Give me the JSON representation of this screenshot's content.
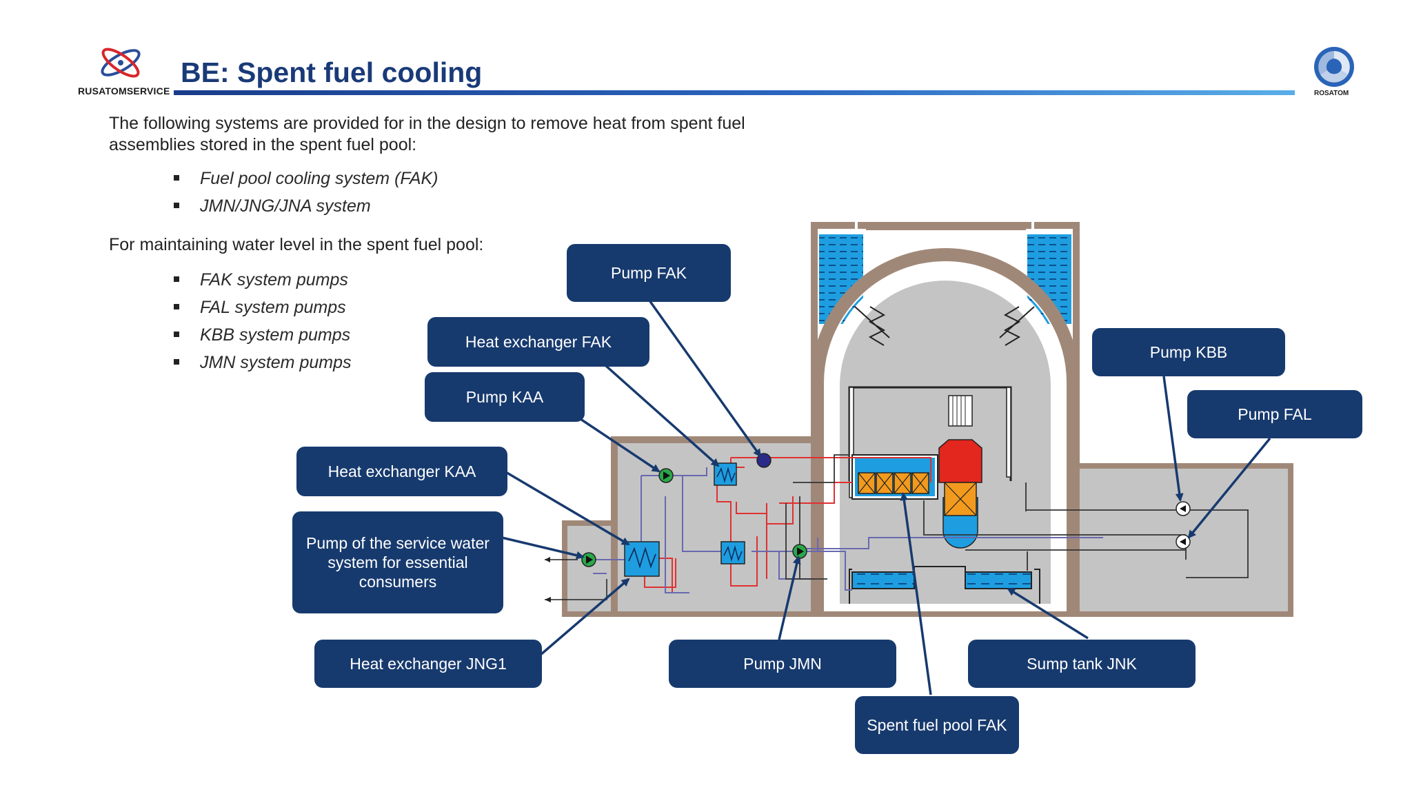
{
  "header": {
    "title": "BE: Spent fuel cooling",
    "left_logo_text": "RUSATOMSERVICE",
    "right_logo_text": "ROSATOM",
    "left_logo_icon": "atom-orbit-icon",
    "right_logo_icon": "rosatom-icon"
  },
  "intro": {
    "line1": "The following systems are provided for in the design to remove heat from spent fuel",
    "line2": "assemblies stored in the spent fuel pool:",
    "bullets": [
      "Fuel pool cooling system (FAK)",
      "JMN/JNG/JNA system"
    ]
  },
  "level": {
    "heading": "For maintaining water level in the spent fuel pool:",
    "bullets": [
      "FAK system pumps",
      "FAL system pumps",
      "KBB system pumps",
      "JMN system pumps"
    ]
  },
  "callouts": {
    "pump_fak": "Pump FAK",
    "hx_fak": "Heat exchanger FAK",
    "pump_kaa": "Pump KAA",
    "hx_kaa": "Heat exchanger KAA",
    "service_pump_l1": "Pump of the service water",
    "service_pump_l2": "system for essential",
    "service_pump_l3": "consumers",
    "hx_jng1": "Heat exchanger JNG1",
    "pump_jmn": "Pump JMN",
    "sump_jnk": "Sump tank JNK",
    "spent_pool": "Spent fuel pool FAK",
    "pump_kbb": "Pump KBB",
    "pump_fal": "Pump FAL"
  },
  "colors": {
    "title": "#1a3a78",
    "callout_bg": "#173a6e",
    "building_wall": "#a08878",
    "interior": "#c4c4c4",
    "water": "#1e9ee0",
    "pipe_red": "#e03030",
    "pipe_blue": "#6060b0",
    "pump_green": "#2aa84a",
    "fuel_orange": "#f29a1e",
    "reactor_red": "#e3261e"
  }
}
